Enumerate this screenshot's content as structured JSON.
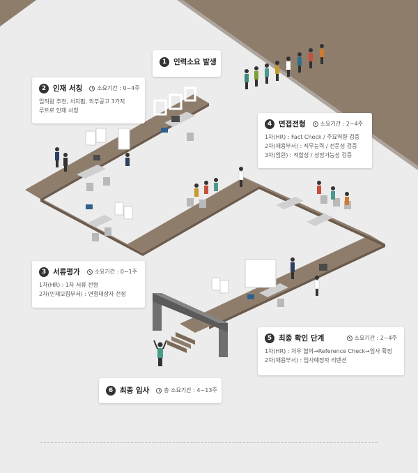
{
  "stages": [
    {
      "num": "1",
      "title": "인력소요 발생"
    },
    {
      "num": "2",
      "title": "인재 서칭",
      "duration": "소요기간 : 0~4주",
      "lines": [
        "임직원 추천, 서치펌, 외부공고 3가지",
        "루트로 인재 서칭"
      ]
    },
    {
      "num": "3",
      "title": "서류평가",
      "duration": "소요기간 : 0~1주",
      "lines": [
        "1차(HR) : 1차 서류 전형",
        "2차(인재모집부서) : 면접대상자 선정"
      ]
    },
    {
      "num": "4",
      "title": "면접전형",
      "duration": "소요기간 : 2~4주",
      "lines": [
        "1차(HR) : Fact Check / 주요역량 검증",
        "2차(채용부서) : 직무능력 / 전문성 검증",
        "3차(임원) : 적합성 / 성장가능성 검증"
      ]
    },
    {
      "num": "5",
      "title": "최종 확인 단계",
      "duration": "소요기간 : 2~4주",
      "lines": [
        "1차(HR) : 처우 협의→Reference Check→입사 확정",
        "2차(채용부서) : 입사예정자 리텐션"
      ]
    },
    {
      "num": "6",
      "title": "최종 입사",
      "duration": "총 소요기간 : 4~13주"
    }
  ],
  "colors": {
    "background": "#ececec",
    "path": "#8f7d6c",
    "path_dark": "#6b5b4d",
    "card": "#ffffff",
    "text": "#222222",
    "badge": "#333333"
  }
}
